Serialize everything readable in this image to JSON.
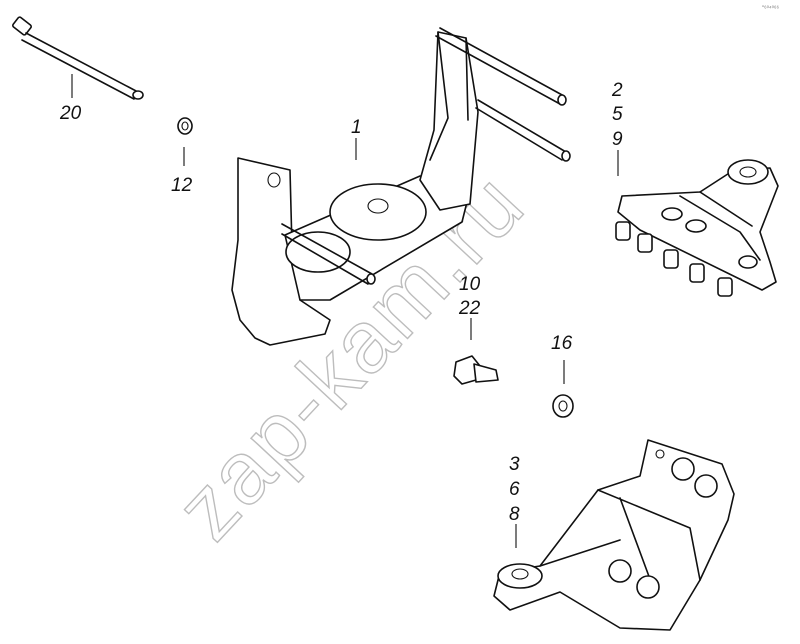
{
  "watermark": "zap-kam.ru",
  "corner_mark": "\"⁶⁰⁴⁰⁶⁶",
  "labels": {
    "l20": "20",
    "l12": "12",
    "l1": "1",
    "l2": "2",
    "l5": "5",
    "l9": "9",
    "l10": "10",
    "l22": "22",
    "l16": "16",
    "l3": "3",
    "l6": "6",
    "l8": "8"
  },
  "colors": {
    "ink": "#111111",
    "watermark": "#bdbdbd",
    "background": "#ffffff"
  }
}
